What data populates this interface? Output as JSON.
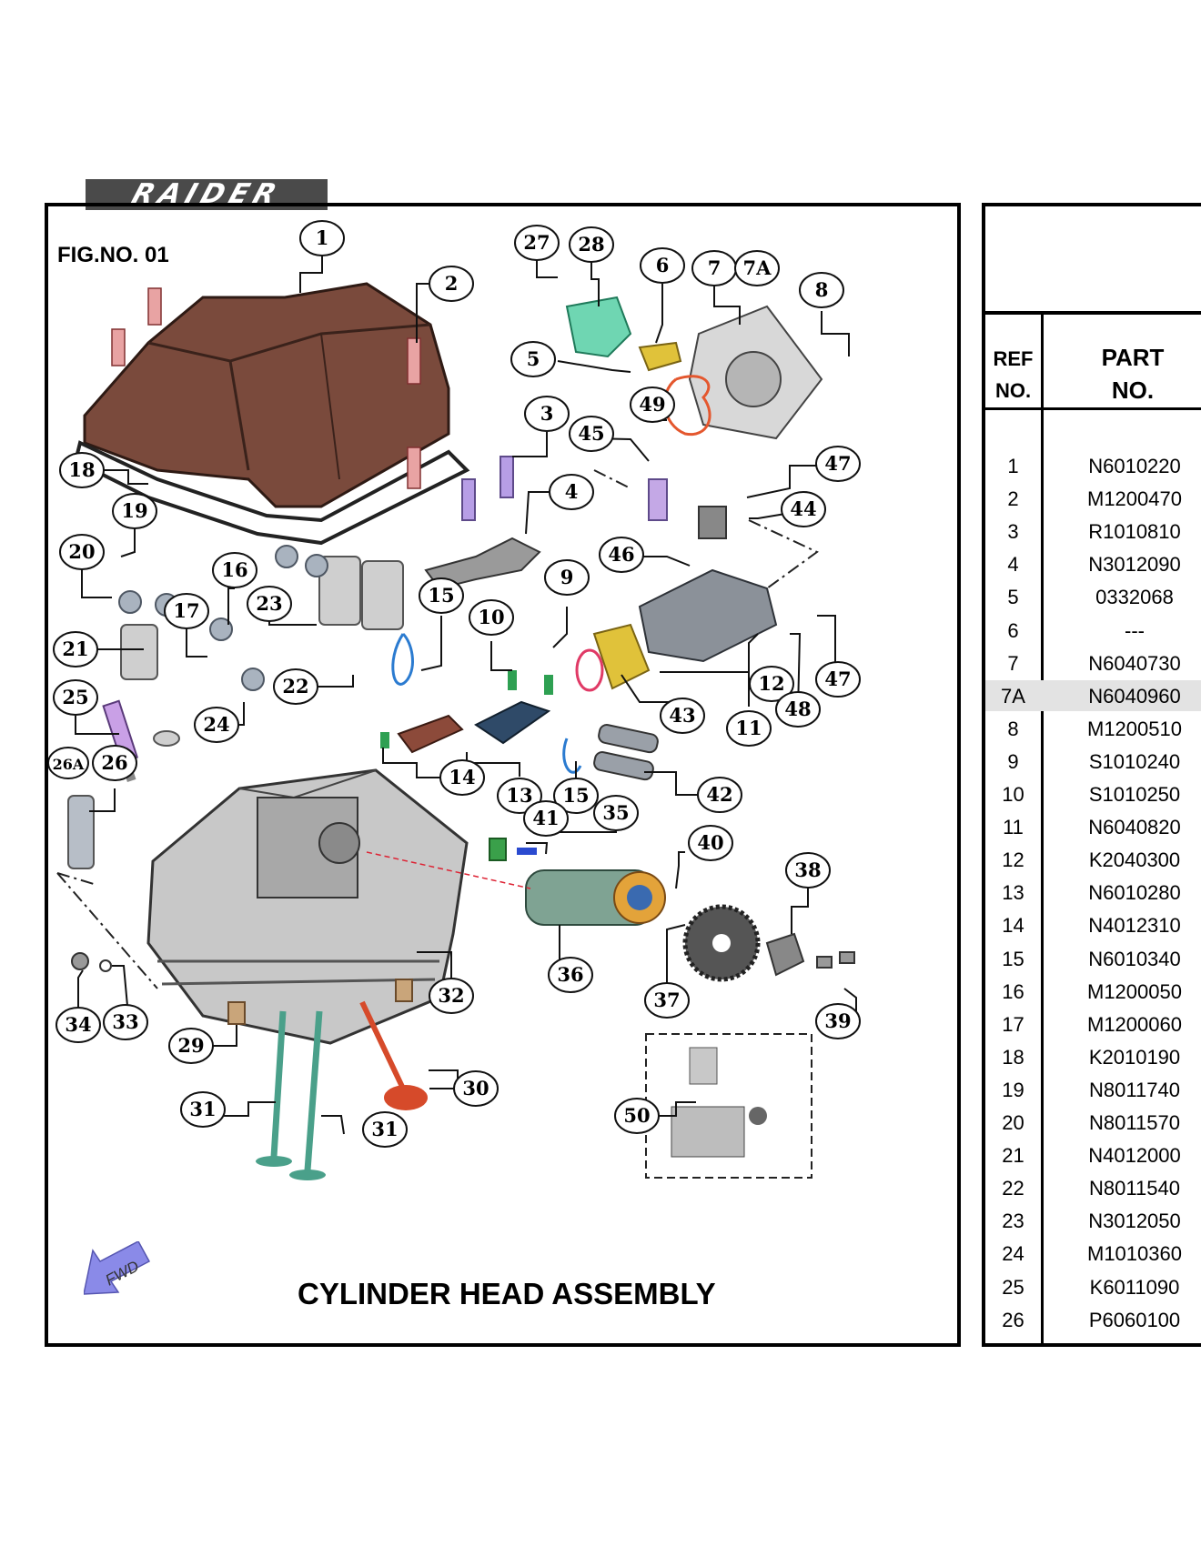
{
  "brand": "RAIDER",
  "fig_no": "FIG.NO. 01",
  "title": "CYLINDER HEAD ASSEMBLY",
  "fwd_label": "FWD",
  "table": {
    "ref_header": [
      "REF",
      "NO."
    ],
    "part_header": [
      "PART",
      "NO."
    ],
    "highlight_color": "#e3e3e3",
    "rows": [
      {
        "ref": "1",
        "part": "N6010220"
      },
      {
        "ref": "2",
        "part": "M1200470"
      },
      {
        "ref": "3",
        "part": "R1010810"
      },
      {
        "ref": "4",
        "part": "N3012090"
      },
      {
        "ref": "5",
        "part": "0332068"
      },
      {
        "ref": "6",
        "part": "---"
      },
      {
        "ref": "7",
        "part": "N6040730"
      },
      {
        "ref": "7A",
        "part": "N6040960",
        "highlight": true
      },
      {
        "ref": "8",
        "part": "M1200510"
      },
      {
        "ref": "9",
        "part": "S1010240"
      },
      {
        "ref": "10",
        "part": "S1010250"
      },
      {
        "ref": "11",
        "part": "N6040820"
      },
      {
        "ref": "12",
        "part": "K2040300"
      },
      {
        "ref": "13",
        "part": "N6010280"
      },
      {
        "ref": "14",
        "part": "N4012310"
      },
      {
        "ref": "15",
        "part": "N6010340"
      },
      {
        "ref": "16",
        "part": "M1200050"
      },
      {
        "ref": "17",
        "part": "M1200060"
      },
      {
        "ref": "18",
        "part": "K2010190"
      },
      {
        "ref": "19",
        "part": "N8011740"
      },
      {
        "ref": "20",
        "part": "N8011570"
      },
      {
        "ref": "21",
        "part": "N4012000"
      },
      {
        "ref": "22",
        "part": "N8011540"
      },
      {
        "ref": "23",
        "part": "N3012050"
      },
      {
        "ref": "24",
        "part": "M1010360"
      },
      {
        "ref": "25",
        "part": "K6011090"
      },
      {
        "ref": "26",
        "part": "P6060100"
      }
    ]
  },
  "callouts": [
    "1",
    "2",
    "3",
    "4",
    "5",
    "6",
    "7",
    "7A",
    "8",
    "9",
    "10",
    "11",
    "12",
    "13",
    "14",
    "15",
    "15",
    "16",
    "17",
    "18",
    "19",
    "20",
    "21",
    "22",
    "23",
    "24",
    "25",
    "26A",
    "26",
    "27",
    "28",
    "29",
    "30",
    "31",
    "31",
    "32",
    "33",
    "34",
    "35",
    "36",
    "37",
    "38",
    "39",
    "40",
    "41",
    "42",
    "43",
    "44",
    "45",
    "46",
    "47",
    "47",
    "48",
    "49",
    "50"
  ]
}
